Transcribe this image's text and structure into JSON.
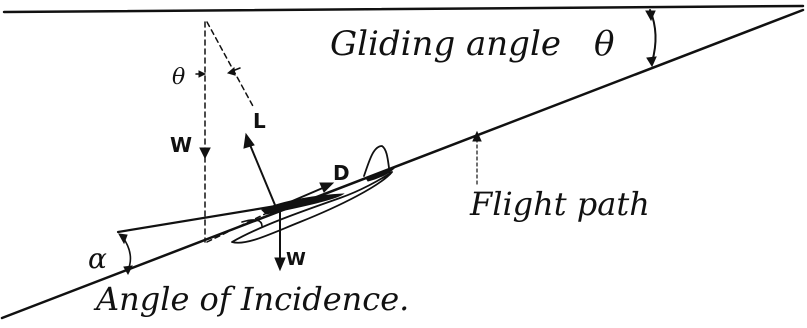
{
  "labels": {
    "gliding_angle": "Gliding angle",
    "gliding_angle_symbol": "θ",
    "theta_small": "θ",
    "weight_left": "W",
    "lift": "L",
    "drag": "D",
    "flight_path": "Flight path",
    "alpha": "α",
    "weight_bottom": "W",
    "angle_of_incidence": "Angle of Incidence."
  },
  "colors": {
    "ink": "#111111",
    "background": "#ffffff"
  }
}
